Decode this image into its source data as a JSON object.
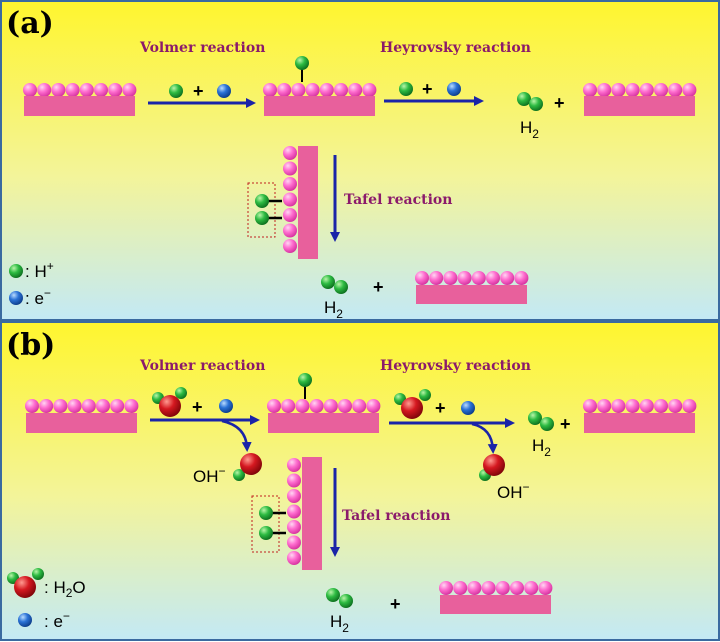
{
  "panel_a": {
    "letter": "(a)",
    "volmer_label": "Volmer reaction",
    "heyrovsky_label": "Heyrovsky reaction",
    "tafel_label": "Tafel reaction",
    "h2_label": "H",
    "h2_sub": "2",
    "plus": "+",
    "legend": [
      {
        "symbol": "proton",
        "text": ": H",
        "sup": "+"
      },
      {
        "symbol": "electron",
        "text": ": e",
        "sup": "−"
      }
    ]
  },
  "panel_b": {
    "letter": "(b)",
    "volmer_label": "Volmer reaction",
    "heyrovsky_label": "Heyrovsky reaction",
    "tafel_label": "Tafel reaction",
    "oh_label": "OH",
    "oh_sup": "−",
    "h2_label": "H",
    "h2_sub": "2",
    "plus": "+",
    "legend": [
      {
        "symbol": "water",
        "text": ": H",
        "sub": "2",
        "tail": "O"
      },
      {
        "symbol": "electron",
        "text": ": e",
        "sup": "−"
      }
    ]
  },
  "colors": {
    "background_top": "#fff33a",
    "background_bottom": "#c8ecf6",
    "border": "#3a6aa0",
    "electrode": "#e8609c",
    "atom": "#ff6ec7",
    "hydrogen": "#1fa33a",
    "electron": "#1a66cc",
    "oxygen": "#c8141e",
    "arrow": "#1a24a8",
    "label": "#8b1a6b"
  }
}
